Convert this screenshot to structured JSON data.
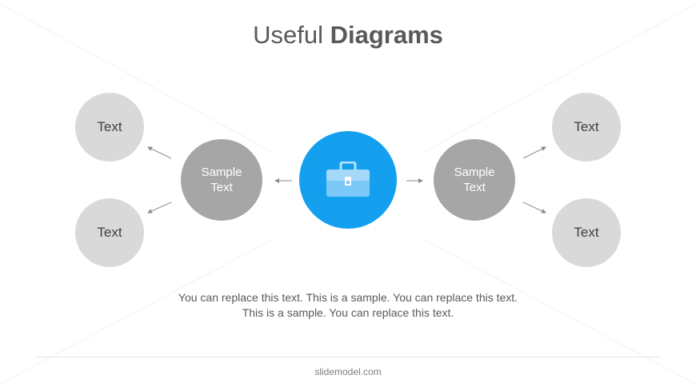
{
  "title": {
    "light": "Useful",
    "bold": "Diagrams"
  },
  "center": {
    "icon": "briefcase-icon",
    "color": "#15a0ef"
  },
  "left": {
    "hub": "Sample\nText",
    "top": "Text",
    "bottom": "Text"
  },
  "right": {
    "hub": "Sample\nText",
    "top": "Text",
    "bottom": "Text"
  },
  "body": {
    "line1": "You can replace this text. This is a sample. You can replace this text.",
    "line2": "This is a sample. You can replace this text."
  },
  "footer": "slidemodel.com"
}
